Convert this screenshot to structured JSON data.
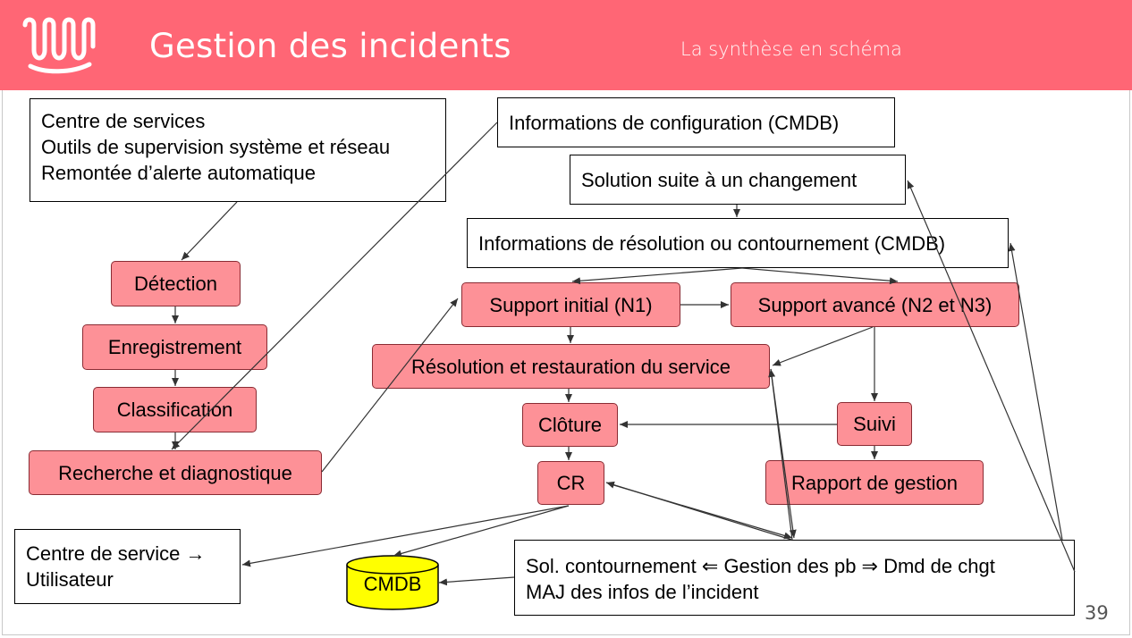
{
  "header": {
    "title": "Gestion des incidents",
    "subtitle": "La synthèse en schéma",
    "logo_icon": "wave-logo-icon",
    "bg_color": "#ff6675"
  },
  "boxes": {
    "sources": [
      "Centre de services",
      "Outils de supervision système et réseau",
      "Remontée d’alerte automatique"
    ],
    "config": "Informations de configuration (CMDB)",
    "solution_change": "Solution suite à un changement",
    "resolution_info": "Informations de résolution ou contournement (CMDB)",
    "detection": "Détection",
    "enregistrement": "Enregistrement",
    "classification": "Classification",
    "recherche": "Recherche et diagnostique",
    "support_n1": "Support initial (N1)",
    "support_n2n3": "Support avancé (N2 et N3)",
    "resolution": "Résolution et restauration du service",
    "cloture": "Clôture",
    "suivi": "Suivi",
    "cr": "CR",
    "rapport": "Rapport de gestion",
    "centre_utilisateur": [
      "Centre de service →",
      "Utilisateur"
    ],
    "cmdb": "CMDB",
    "solution_contournement": [
      "Sol. contournement ⇐ Gestion des pb ⇒ Dmd de chgt",
      "MAJ des infos de l’incident"
    ]
  },
  "page_number": "39",
  "colors": {
    "red_box": "#fd9197",
    "cmdb": "#ffff00"
  }
}
